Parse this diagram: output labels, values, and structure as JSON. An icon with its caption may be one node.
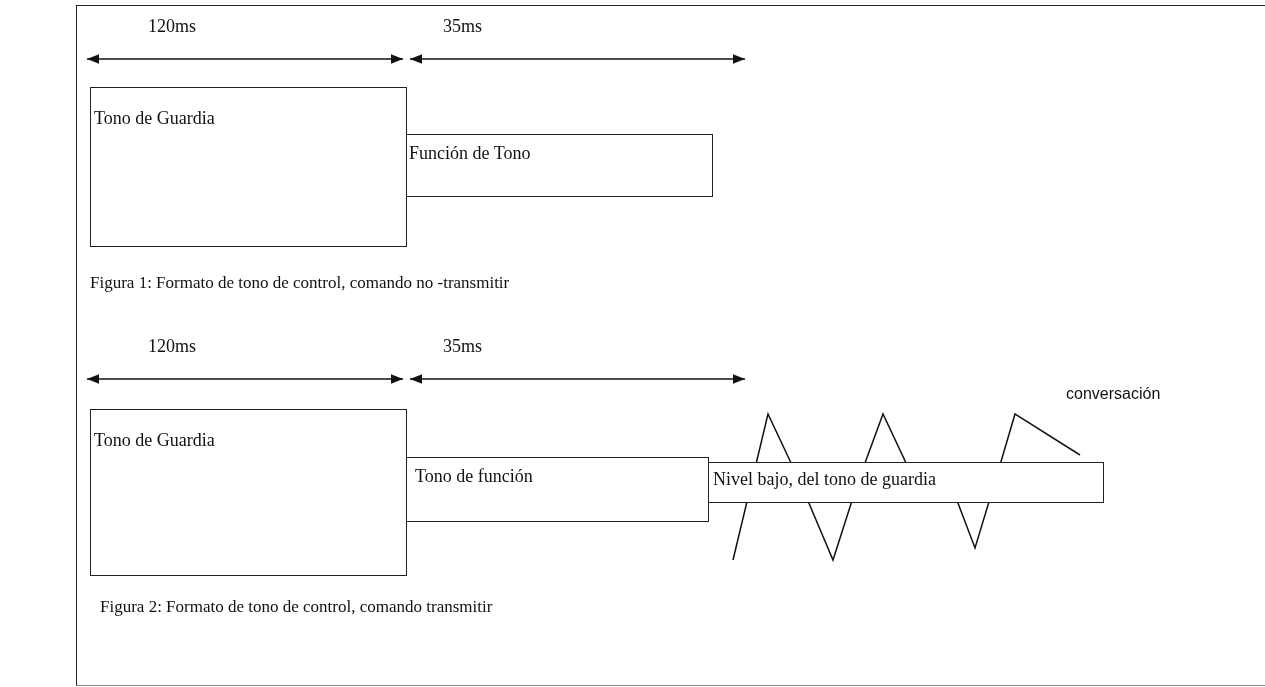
{
  "diagram": {
    "nodes": [
      {
        "text": [
          "Tono de Guardia"
        ]
      },
      {
        "text": [
          "Función de Tono"
        ]
      },
      {
        "text": [
          "Tono de Guardia"
        ]
      },
      {
        "text": [
          "Tono de función"
        ]
      },
      {
        "text": [
          "Nivel bajo, del tono de guardia"
        ]
      }
    ],
    "labels": [
      "120ms",
      "35ms",
      "Figura 1: Formato de tono de control, comando no -transmitir",
      "120ms",
      "35ms",
      "conversación",
      "Figura 2: Formato de tono de control, comando transmitir"
    ]
  }
}
